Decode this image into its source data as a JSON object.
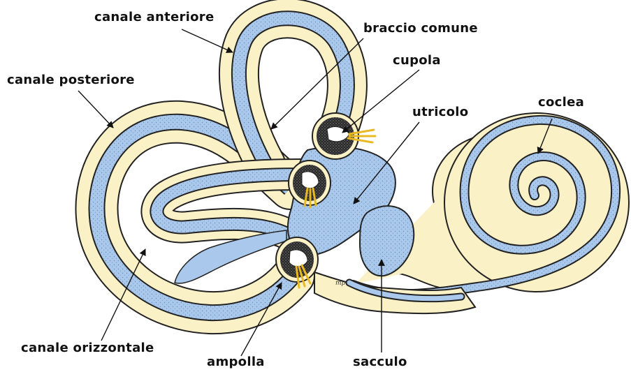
{
  "labels": {
    "anterior_canal": "canale anteriore",
    "posterior_canal": "canale posteriore",
    "common_crus": "braccio comune",
    "cupula": "cupola",
    "utricle": "utricolo",
    "cochlea": "coclea",
    "horizontal_canal": "canale orizzontale",
    "ampulla": "ampolla",
    "saccule": "sacculo"
  },
  "signature": "mp.",
  "colors": {
    "cream": "#fbf1c7",
    "blue": "#a9c8ec",
    "outline": "#222222",
    "hair_yellow": "#f2cf3a",
    "dark_stipple": "#333333"
  }
}
